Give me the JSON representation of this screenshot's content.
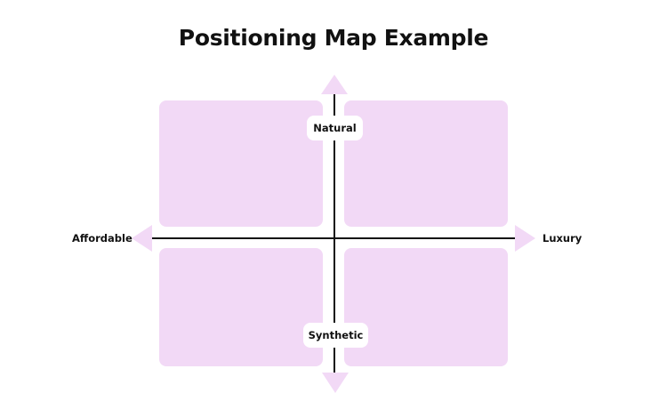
{
  "title": "Positioning Map Example",
  "colors": {
    "quadrant_fill": "#F2D9F6",
    "axis_line": "#111111",
    "label_background": "#FFFFFF"
  },
  "axes": {
    "vertical": {
      "top_label": "Natural",
      "bottom_label": "Synthetic"
    },
    "horizontal": {
      "left_label": "Affordable",
      "right_label": "Luxury"
    }
  },
  "quadrants": [
    {
      "position": "top-left",
      "content": ""
    },
    {
      "position": "top-right",
      "content": ""
    },
    {
      "position": "bottom-left",
      "content": ""
    },
    {
      "position": "bottom-right",
      "content": ""
    }
  ]
}
